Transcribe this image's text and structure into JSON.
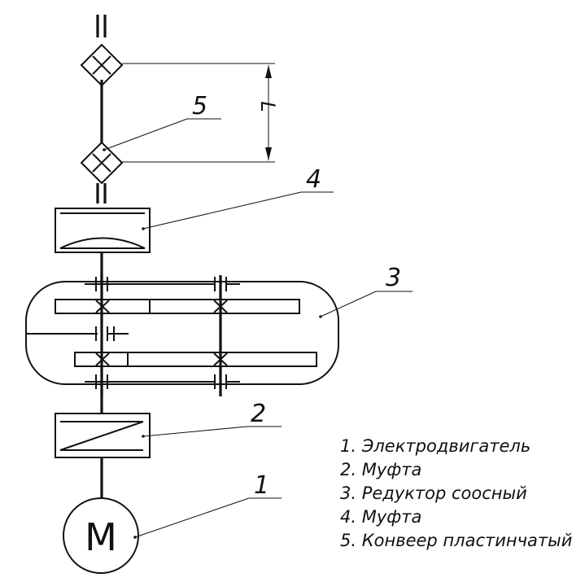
{
  "dimension_label": "L",
  "motor_symbol": "M",
  "callouts": {
    "c1": "1",
    "c2": "2",
    "c3": "3",
    "c4": "4",
    "c5": "5"
  },
  "legend": [
    "1. Электродвигатель",
    "2. Муфта",
    "3. Редуктор соосный",
    "4. Муфта",
    "5. Конвеер пластинчатый"
  ]
}
